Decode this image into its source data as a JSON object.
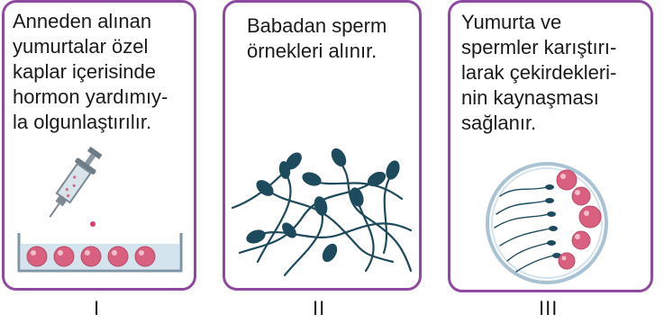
{
  "steps": [
    {
      "roman": "I",
      "text": "Anneden alınan\nyumurtalar özel\nkaplar içerisinde\nhormon yardımıy-\nla olgunlaştırılır."
    },
    {
      "roman": "II",
      "text": "Babadan sperm\nörnekleri alınır."
    },
    {
      "roman": "III",
      "text": "Yumurta ve\nspermler karıştırı-\nlarak çekirdekleri-\nnin kaynaşması\nsağlanır."
    }
  ],
  "colors": {
    "border": "#8e4aa0",
    "egg": "#e07a91",
    "sperm": "#1d4a5c",
    "dish": "#a9c2d4"
  },
  "icons": [
    "syringe-icon",
    "petri-dish-icon",
    "sperm-cluster-icon",
    "fertilization-dish-icon"
  ]
}
